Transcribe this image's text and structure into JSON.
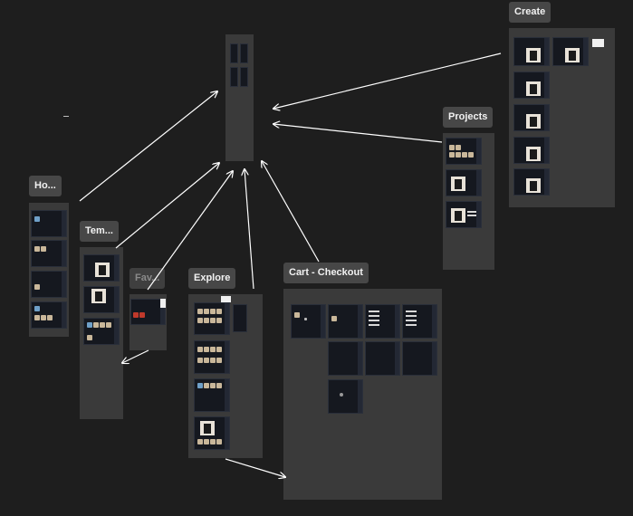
{
  "labels": {
    "create": "Create",
    "projects": "Projects",
    "home": "Ho...",
    "templates": "Tem...",
    "favorites": "Fav...",
    "explore": "Explore",
    "cart_checkout": "Cart - Checkout"
  },
  "colors": {
    "canvas": "#1e1e1e",
    "section": "#3a3a3a",
    "label": "#474747",
    "frame": "#15181f",
    "arrow": "#ffffff"
  }
}
